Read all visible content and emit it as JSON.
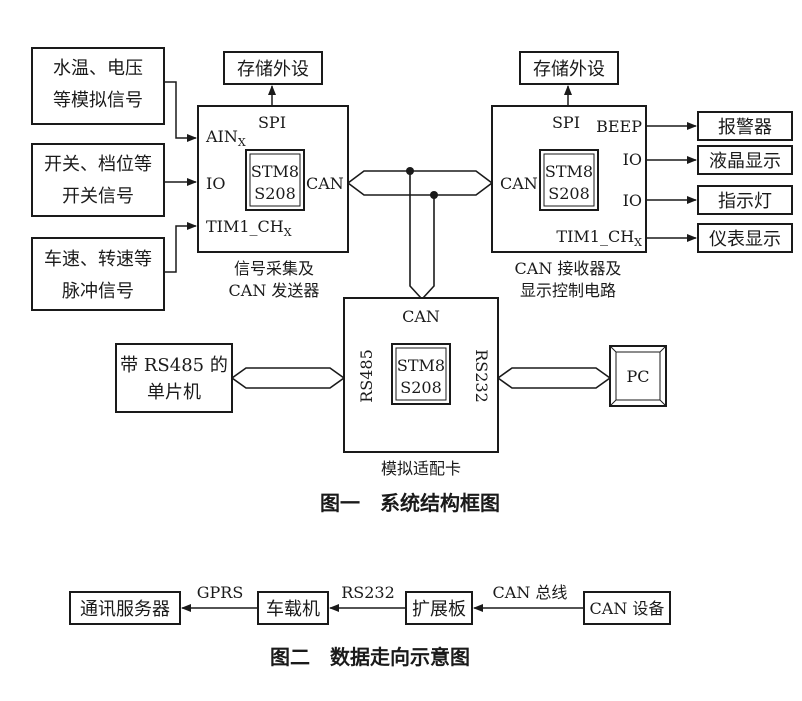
{
  "figure1": {
    "caption": "图一　系统结构框图",
    "inputs": [
      {
        "line1": "水温、电压",
        "line2": "等模拟信号"
      },
      {
        "line1": "开关、档位等",
        "line2": "开关信号"
      },
      {
        "line1": "车速、转速等",
        "line2": "脉冲信号"
      }
    ],
    "sender": {
      "port_ain_main": "AIN",
      "port_ain_sub": "X",
      "port_io": "IO",
      "port_tim_main": "TIM1_CH",
      "port_tim_sub": "X",
      "port_spi": "SPI",
      "port_can": "CAN",
      "chip_line1": "STM8",
      "chip_line2": "S208",
      "caption_line1": "信号采集及",
      "caption_line2": "CAN 发送器",
      "storage": "存储外设"
    },
    "receiver": {
      "port_spi": "SPI",
      "port_beep": "BEEP",
      "port_io1": "IO",
      "port_io2": "IO",
      "port_tim_main": "TIM1_CH",
      "port_tim_sub": "X",
      "port_can": "CAN",
      "chip_line1": "STM8",
      "chip_line2": "S208",
      "caption_line1": "CAN 接收器及",
      "caption_line2": "显示控制电路",
      "storage": "存储外设"
    },
    "outputs": [
      "报警器",
      "液晶显示",
      "指示灯",
      "仪表显示"
    ],
    "adapter": {
      "port_can": "CAN",
      "port_rs485": "RS485",
      "port_rs232": "RS232",
      "chip_line1": "STM8",
      "chip_line2": "S208",
      "caption": "模拟适配卡"
    },
    "mcu": {
      "line1": "带 RS485 的",
      "line2": "单片机"
    },
    "pc": "PC"
  },
  "figure2": {
    "caption": "图二　数据走向示意图",
    "nodes": [
      "通讯服务器",
      "车载机",
      "扩展板",
      "CAN 设备"
    ],
    "links": [
      "GPRS",
      "RS232",
      "CAN 总线"
    ]
  }
}
